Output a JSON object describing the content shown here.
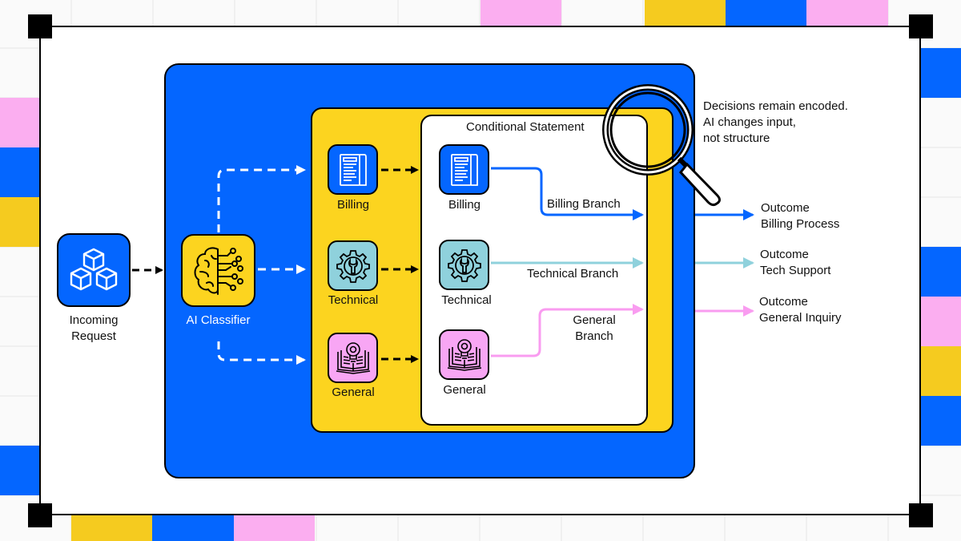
{
  "colors": {
    "blue": "#0466ff",
    "yellow": "#fcd41f",
    "pink": "#fbaef0",
    "teal": "#8fd1dc",
    "magenta_line": "#f99cf0",
    "black": "#000000",
    "white": "#ffffff"
  },
  "source": {
    "label_line1": "Incoming",
    "label_line2": "Request",
    "icon": "cubes-icon"
  },
  "classifier": {
    "label": "AI Classifier",
    "icon": "brain-circuit-icon"
  },
  "categories": [
    {
      "label": "Billing",
      "icon": "document-icon",
      "color": "#0466ff"
    },
    {
      "label": "Technical",
      "icon": "gear-wrench-icon",
      "color": "#8fd1dc"
    },
    {
      "label": "General",
      "icon": "book-lightbulb-icon",
      "color": "#f8a6f4"
    }
  ],
  "conditional": {
    "title": "Conditional Statement",
    "nodes": [
      {
        "label": "Billing",
        "icon": "document-icon"
      },
      {
        "label": "Technical",
        "icon": "gear-wrench-icon"
      },
      {
        "label": "General",
        "icon": "book-lightbulb-icon"
      }
    ],
    "branches": [
      {
        "label": "Billing Branch"
      },
      {
        "label": "Technical Branch"
      },
      {
        "label_line1": "General",
        "label_line2": "Branch"
      }
    ]
  },
  "note": {
    "line1": "Decisions remain encoded.",
    "line2": "AI changes input,",
    "line3": "not structure",
    "icon": "magnifier-icon"
  },
  "outcomes": [
    {
      "line1": "Outcome",
      "line2": "Billing Process"
    },
    {
      "line1": "Outcome",
      "line2": "Tech Support"
    },
    {
      "line1": "Outcome",
      "line2": "General Inquiry"
    }
  ]
}
